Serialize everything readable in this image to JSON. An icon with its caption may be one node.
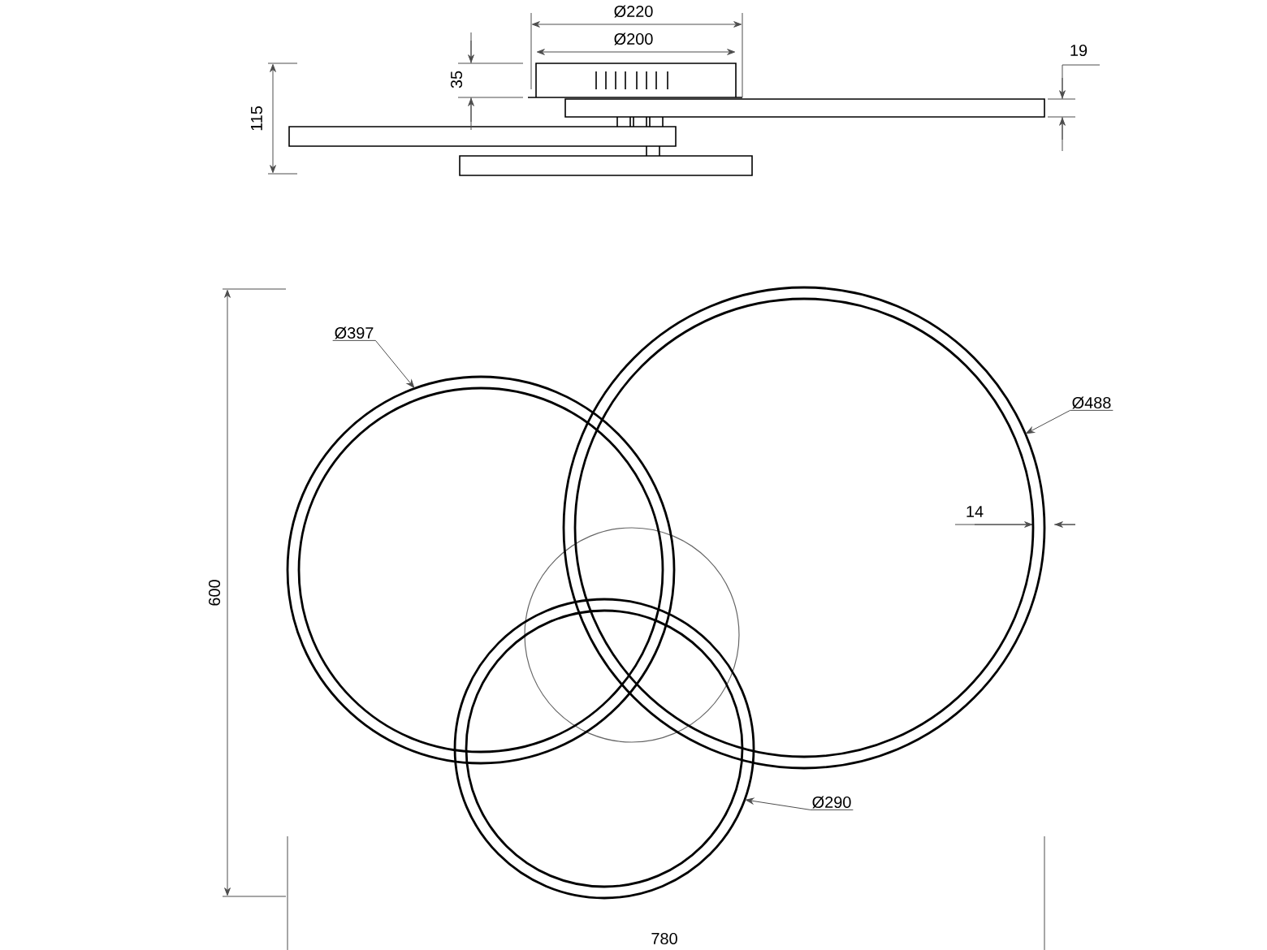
{
  "diagram": {
    "nodes": [
      {
        "text": [
          "Ø397"
        ]
      },
      {
        "text": [],
        "shape": "circle"
      },
      {
        "text": [
          "Ø488"
        ]
      },
      {
        "text": [],
        "shape": "circle"
      },
      {
        "text": [
          "Ø290"
        ]
      },
      {
        "text": [],
        "shape": "circle"
      }
    ],
    "edges": [
      {
        "from": 0,
        "to": 1,
        "arrow": "to"
      },
      {
        "from": 2,
        "to": 3,
        "arrow": "to"
      },
      {
        "from": 4,
        "to": 5,
        "arrow": "to"
      }
    ],
    "labels": [
      "Ø220",
      "Ø200",
      "35",
      "19",
      "115",
      "14",
      "600",
      "780"
    ]
  }
}
